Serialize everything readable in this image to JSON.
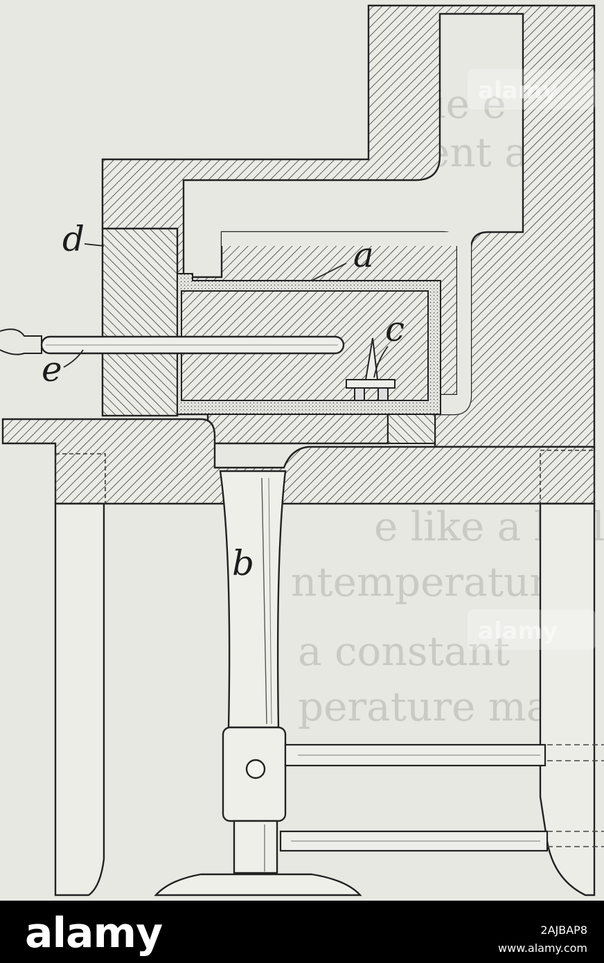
{
  "figure": {
    "labels": {
      "a": "a",
      "b": "b",
      "c": "c",
      "d": "d",
      "e": "e"
    }
  },
  "watermark": {
    "text": "alamy"
  },
  "footer": {
    "brand": "alamy",
    "image_id": "2AJBAP8",
    "url": "www.alamy.com"
  },
  "colors": {
    "paper": "#e7e8e2",
    "ink": "#2a2a2a",
    "footer_bg": "#000000",
    "footer_text": "#ffffff"
  }
}
